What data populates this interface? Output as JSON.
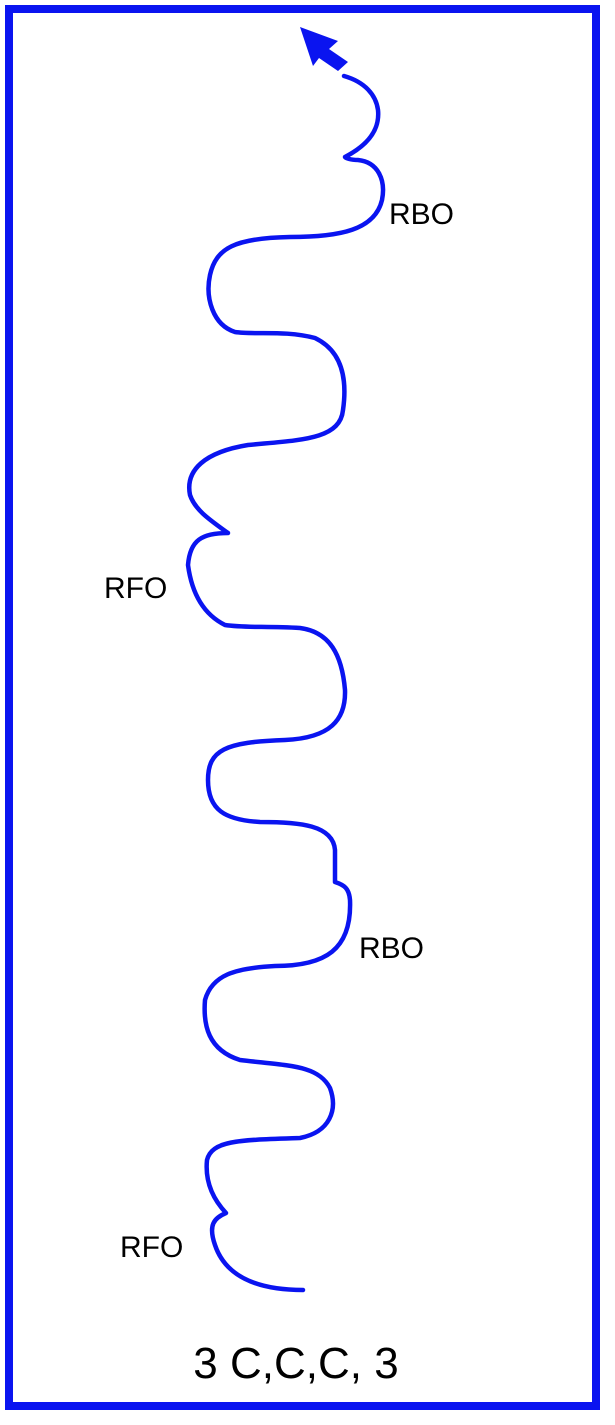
{
  "colors": {
    "frame": "#0a14f0",
    "path": "#0a14f0",
    "text": "#000000"
  },
  "labels": {
    "rbo_top": "RBO",
    "rfo_upper": "RFO",
    "rbo_lower": "RBO",
    "rfo_bottom": "RFO"
  },
  "caption": "3 C,C,C, 3",
  "icons": {
    "direction": "arrow-head-icon"
  }
}
